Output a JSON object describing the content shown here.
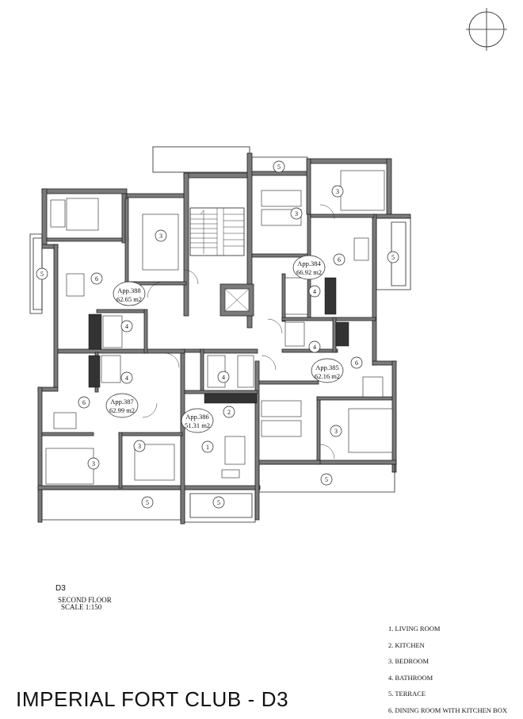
{
  "plan": {
    "code": "D3",
    "floor_label": "SECOND FLOOR",
    "scale_label": "SCALE 1:150",
    "title": "IMPERIAL FORT CLUB - D3"
  },
  "apartments": [
    {
      "id": "App.388",
      "area": "62.65 m2"
    },
    {
      "id": "App.384",
      "area": "66.92 m2"
    },
    {
      "id": "App.385",
      "area": "62.16 m2"
    },
    {
      "id": "App.387",
      "area": "62.99 m2"
    },
    {
      "id": "App.386",
      "area": "51.31 m2"
    }
  ],
  "room_tags": [
    "1",
    "2",
    "3",
    "4",
    "5",
    "6"
  ],
  "legend": [
    "1. LIVING ROOM",
    "2. KITCHEN",
    "3. BEDROOM",
    "4. BATHROOM",
    "5. TERRACE",
    "6. DINING ROOM WITH KITCHEN BOX"
  ],
  "icons": [
    "north-arrow-icon",
    "elevator-icon",
    "stair-icon",
    "door-swing-icon"
  ]
}
